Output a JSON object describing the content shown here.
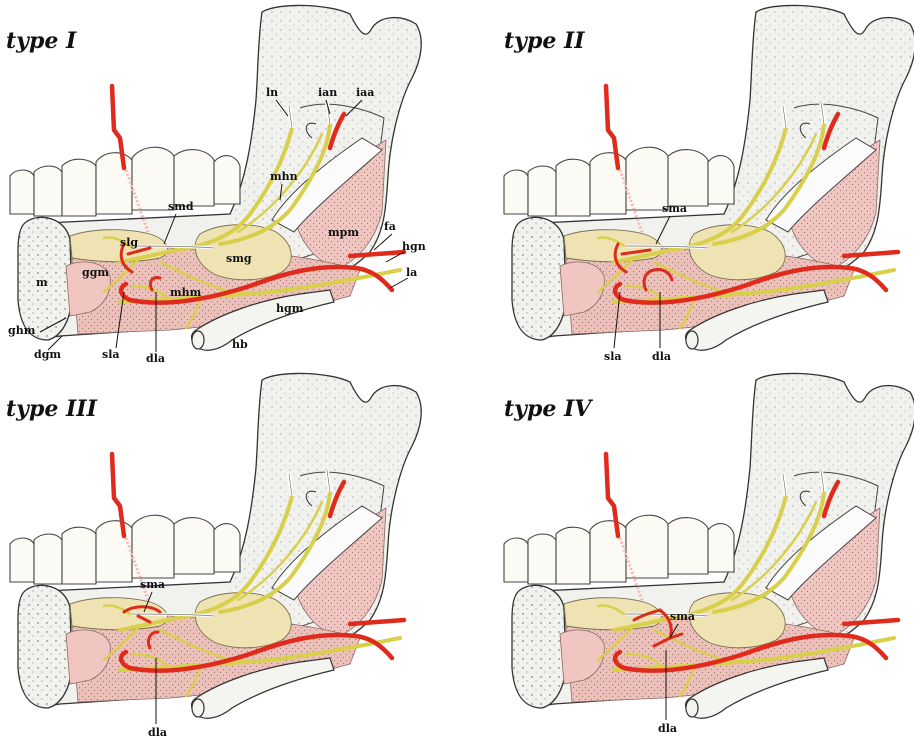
{
  "panels": [
    {
      "title": "type I",
      "labels": [
        "ln",
        "ian",
        "iaa",
        "mhn",
        "smd",
        "slg",
        "smg",
        "mpm",
        "fa",
        "hgn",
        "m",
        "ggm",
        "mhm",
        "la",
        "hgm",
        "ghm",
        "dgm",
        "sla",
        "dla",
        "hb"
      ]
    },
    {
      "title": "type II",
      "labels": [
        "sma",
        "sla",
        "dla"
      ]
    },
    {
      "title": "type III",
      "labels": [
        "sma",
        "dla"
      ]
    },
    {
      "title": "type IV",
      "labels": [
        "sma",
        "dla"
      ]
    }
  ],
  "colors": {
    "artery": "#e02a1c",
    "nerve": "#d8cf4a",
    "gland": "#efe3b4",
    "muscle": "#f2c6c0",
    "bone": "#f1f1ee"
  }
}
